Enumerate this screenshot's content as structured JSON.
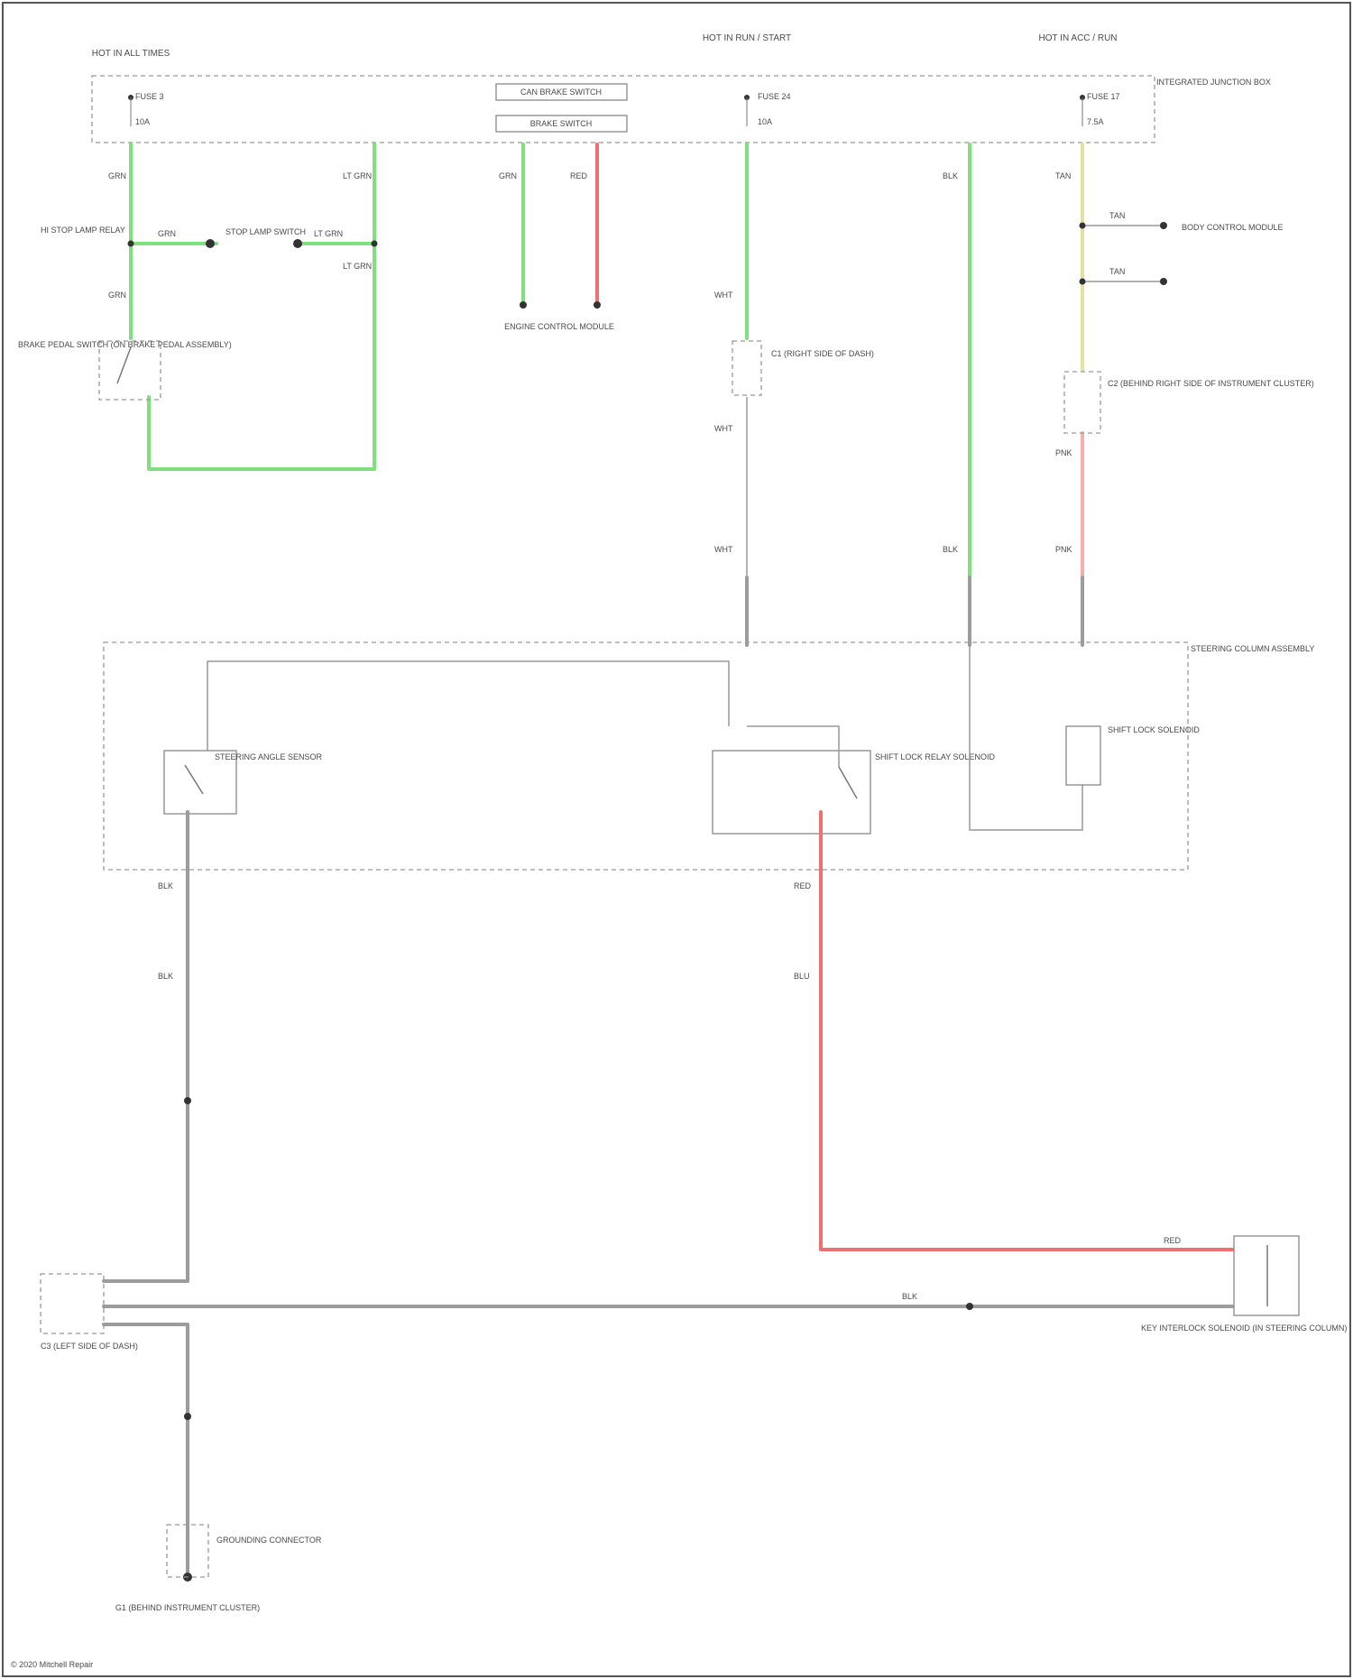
{
  "colors": {
    "green": "#7fe07f",
    "red": "#f07070",
    "gray": "#9c9c9c",
    "light": "#dddddd",
    "pink": "#f4b0b0",
    "yellow": "#e8e0a0"
  },
  "labels": {
    "fuse_hot_all": "HOT IN ALL TIMES",
    "fuse_hot_run": "HOT IN RUN / START",
    "fuse_hot_acc": "HOT IN ACC / RUN",
    "fuse_sub1": "FUSE 3",
    "fuse_sub2": "FUSE 24",
    "fuse_sub3": "FUSE 17",
    "fuse_amp1": "10A",
    "fuse_amp2": "10A",
    "fuse_amp3": "7.5A",
    "ecm_box_1": "CAN BRAKE SWITCH",
    "ecm_box_2": "BRAKE SWITCH",
    "junction_box": "INTEGRATED JUNCTION BOX",
    "hi_lamp_relay": "HI STOP LAMP RELAY",
    "stop_lamp_switch": "STOP LAMP SWITCH",
    "brake_pedal_switch": "BRAKE PEDAL SWITCH (ON BRAKE PEDAL ASSEMBLY)",
    "engine_ctrl": "ENGINE CONTROL MODULE",
    "c1": "C1 (RIGHT SIDE OF DASH)",
    "c2": "C2 (BEHIND RIGHT SIDE OF INSTRUMENT CLUSTER)",
    "body_module": "BODY CONTROL MODULE",
    "steering_column": "STEERING COLUMN ASSEMBLY",
    "steering_switch": "STEERING ANGLE SENSOR",
    "shift_lock_relay": "SHIFT LOCK RELAY SOLENOID",
    "shift_lock_solenoid": "SHIFT LOCK SOLENOID",
    "ground_conn": "C3 (LEFT SIDE OF DASH)",
    "key_interlock": "KEY INTERLOCK SOLENOID (IN STEERING COLUMN)",
    "grounding_connector": "GROUNDING CONNECTOR",
    "ground_ref": "G1 (BEHIND INSTRUMENT CLUSTER)",
    "footer": "© 2020 Mitchell Repair"
  },
  "wires": {
    "grn1": "GRN",
    "grn2": "GRN",
    "grn3": "GRN",
    "grn4": "GRN",
    "ltgrn1": "LT GRN",
    "ltgrn2": "LT GRN",
    "ltgrn3": "LT GRN",
    "red1": "RED",
    "pink1": "PNK",
    "pink2": "PNK",
    "wht1": "WHT",
    "wht2": "WHT",
    "wht3": "WHT",
    "tan1": "TAN",
    "tan2": "TAN",
    "tan3": "TAN",
    "blk1": "BLK",
    "blk2": "BLK",
    "blk3": "BLK",
    "blk4": "BLK",
    "blk5": "BLK",
    "blu1": "BLU",
    "red2": "RED",
    "red3": "RED"
  }
}
